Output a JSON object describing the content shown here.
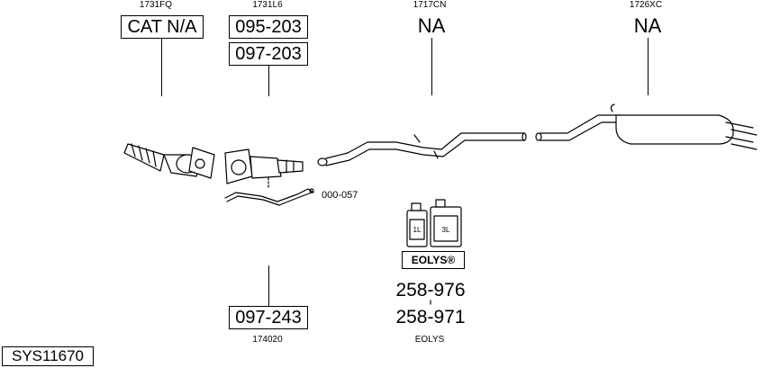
{
  "sheet": {
    "id": "SYS11670"
  },
  "parts": [
    {
      "code": "1731FQ",
      "refs": [
        "CAT N/A"
      ]
    },
    {
      "code": "1731L6",
      "refs": [
        "095-203",
        "097-203"
      ]
    },
    {
      "code": "1717CN",
      "refs": [
        "NA"
      ]
    },
    {
      "code": "1726XC",
      "refs": [
        "NA"
      ]
    }
  ],
  "bracket": {
    "ref": "000-057"
  },
  "bottom_left": {
    "ref": "097-243",
    "code": "174020"
  },
  "additive": {
    "brand": "EOLYS®",
    "bottle_small": "1L",
    "bottle_large": "3L",
    "refs": [
      "258-976",
      "258-971"
    ],
    "label": "EOLYS"
  }
}
